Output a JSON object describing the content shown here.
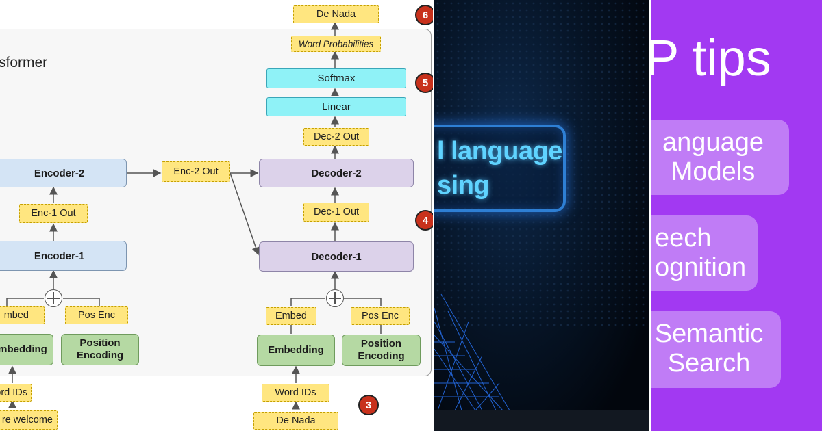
{
  "diagram": {
    "title": "sformer",
    "encoder_blocks": {
      "encoder_1": "Encoder-1",
      "encoder_2": "Encoder-2"
    },
    "decoder_blocks": {
      "decoder_1": "Decoder-1",
      "decoder_2": "Decoder-2"
    },
    "output_blocks": {
      "linear": "Linear",
      "softmax": "Softmax"
    },
    "green_blocks": {
      "enc_embedding": "mbedding",
      "enc_position_encoding": "Position\nEncoding",
      "dec_embedding": "Embedding",
      "dec_position_encoding": "Position\nEncoding"
    },
    "tags": {
      "output_de_nada": "De Nada",
      "word_probabilities": "Word Probabilities",
      "dec_2_out": "Dec-2 Out",
      "enc_2_out": "Enc-2 Out",
      "enc_1_out": "Enc-1 Out",
      "dec_1_out": "Dec-1 Out",
      "enc_embed": "mbed",
      "enc_pos_enc": "Pos Enc",
      "dec_embed": "Embed",
      "dec_pos_enc": "Pos Enc",
      "enc_word_ids": "Word IDs",
      "dec_word_ids": "Word IDs",
      "enc_input": "re welcome",
      "dec_input": "De Nada"
    },
    "badges": [
      "6",
      "5",
      "4",
      "3"
    ]
  },
  "photo": {
    "line_1": "l language",
    "line_2": "sing"
  },
  "tips": {
    "title": "P tips",
    "items": [
      {
        "line_1": "anguage",
        "line_2": "Models"
      },
      {
        "line_1": "eech",
        "line_2": "ognition"
      },
      {
        "line_1": "Semantic",
        "line_2": "Search"
      }
    ]
  },
  "colors": {
    "encoder_fill": "#d4e4f5",
    "decoder_fill": "#dcd2ea",
    "green_fill": "#b5d9a3",
    "softmax_fill": "#8ff2f7",
    "tag_fill": "#ffe680",
    "badge_fill": "#c8311c",
    "tips_background": "#a239f2",
    "tips_pill": "#c07cf6",
    "photo_background": "#030914",
    "photo_glow_text": "#5fd3ff"
  }
}
